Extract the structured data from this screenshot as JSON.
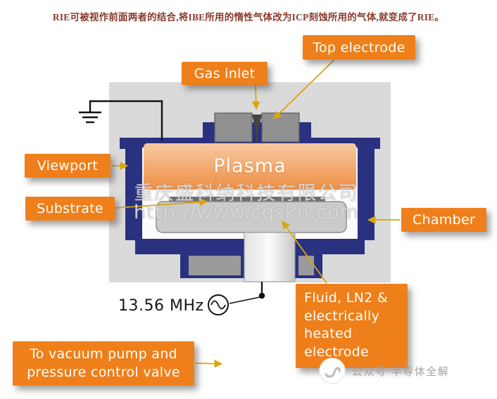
{
  "header": {
    "text": "RIE可被视作前面两者的结合,将IBE所用的惰性气体改为ICP刻蚀所用的气体,就变成了RIE。"
  },
  "labels": {
    "top_electrode": "Top electrode",
    "gas_inlet": "Gas inlet",
    "viewport": "Viewport",
    "substrate": "Substrate",
    "chamber": "Chamber",
    "fluid_electrode": "Fluid, LN2 & electrically heated electrode",
    "vacuum_pump": "To vacuum pump and pressure control valve"
  },
  "diagram": {
    "plasma": "Plasma",
    "frequency": "13.56 MHz"
  },
  "watermark": {
    "company": "重庆盛科纳科技有限公司",
    "url": "http://www.cqskn.com"
  },
  "footer": {
    "wechat": "公众号·半导体全解"
  },
  "colors": {
    "label_background": "#EF7F1A",
    "label_text": "#FFFFFF",
    "chamber_outline": "#293180",
    "arrow": "#D9A60B",
    "plasma_top": "#F8C9A2",
    "plasma_bottom": "#EE8F43",
    "diagram_background": "#DADADA",
    "header_text": "#8A3A2C",
    "watermark_text": "#DBDBDB"
  }
}
